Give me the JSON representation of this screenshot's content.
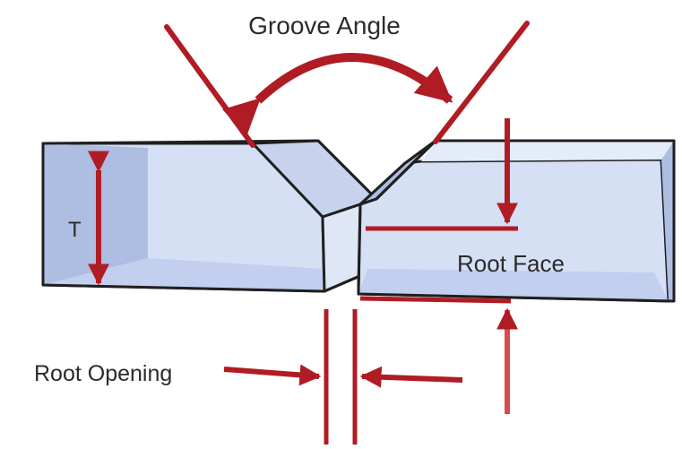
{
  "labels": {
    "groove_angle": "Groove Angle",
    "thickness": "T",
    "root_face": "Root Face",
    "root_opening": "Root Opening"
  },
  "colors": {
    "accent": "#b01c24",
    "accent_light": "#d94a4a",
    "outline": "#1f1f1f",
    "plate_front": "#d5e0f5",
    "plate_top": "#e4ebf9",
    "plate_side": "#a9b9e0",
    "bevel_face": "#c7d2ec",
    "root_face_fill": "#dfe6f6"
  }
}
